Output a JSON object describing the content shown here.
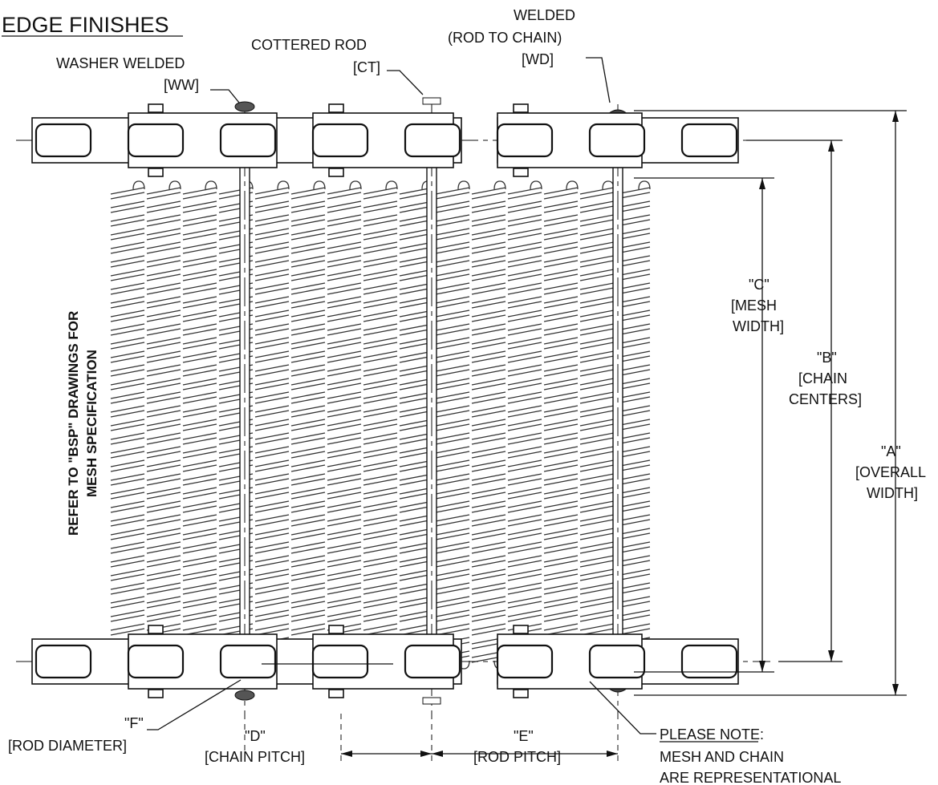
{
  "title": "EDGE FINISHES",
  "labels": {
    "washer_welded": "WASHER WELDED",
    "ww": "[WW]",
    "cottered_rod": "COTTERED ROD",
    "ct": "[CT]",
    "welded": "WELDED",
    "rod_to_chain": "(ROD TO CHAIN)",
    "wd": "[WD]",
    "c_dim": "\"C\"",
    "c_mesh": "[MESH",
    "c_width": "WIDTH]",
    "b_dim": "\"B\"",
    "b_chain": "[CHAIN",
    "b_centers": "CENTERS]",
    "a_dim": "\"A\"",
    "a_overall": "[OVERALL",
    "a_width": "WIDTH]",
    "f_dim": "\"F\"",
    "f_desc": "[ROD DIAMETER]",
    "d_dim": "\"D\"",
    "d_desc": "[CHAIN PITCH]",
    "e_dim": "\"E\"",
    "e_desc": "[ROD PITCH]",
    "note_title": "PLEASE NOTE:",
    "note_line1": "MESH AND CHAIN",
    "note_line2": "ARE REPRESENTATIONAL",
    "side_line1": "REFER TO \"BSP\" DRAWINGS FOR",
    "side_line2": "MESH SPECIFICATION"
  },
  "colors": {
    "ink": "#111111",
    "paper": "#ffffff"
  }
}
